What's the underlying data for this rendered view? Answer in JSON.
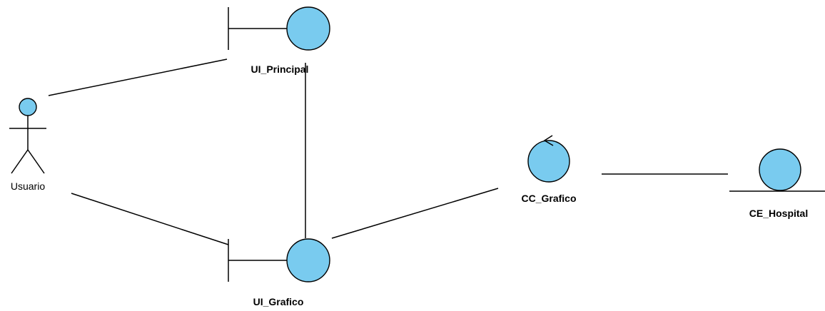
{
  "diagram": {
    "colors": {
      "fill": "#79cbef",
      "stroke": "#000000",
      "background": "#ffffff"
    },
    "actor": {
      "label": "Usuario",
      "icon": "actor-stick-figure-icon"
    },
    "ui_principal": {
      "label": "UI_Principal",
      "icon": "boundary-class-icon"
    },
    "ui_grafico": {
      "label": "UI_Grafico",
      "icon": "boundary-class-icon"
    },
    "cc_grafico": {
      "label": "CC_Grafico",
      "icon": "control-class-icon"
    },
    "ce_hospital": {
      "label": "CE_Hospital",
      "icon": "entity-class-icon"
    }
  }
}
